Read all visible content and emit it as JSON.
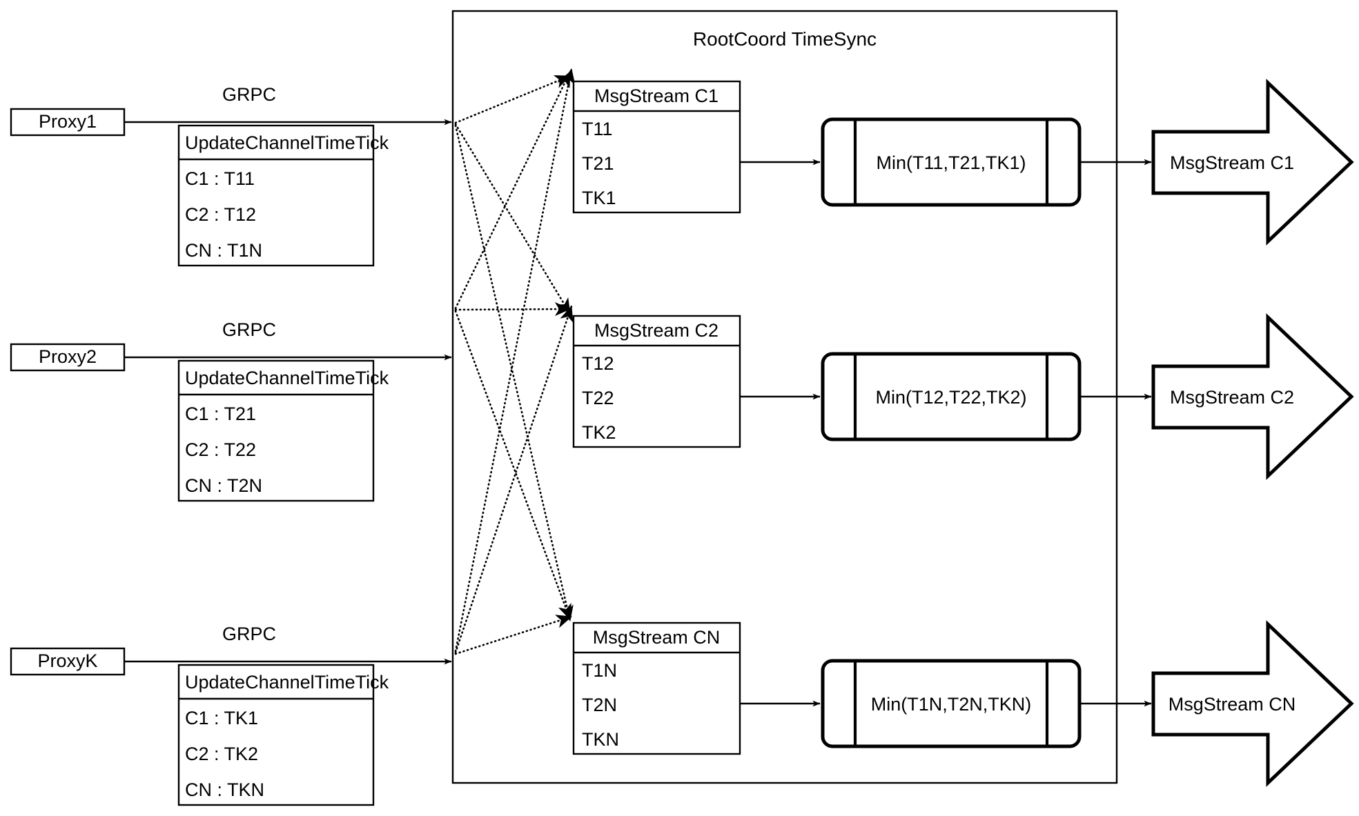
{
  "diagram": {
    "container_title": "RootCoord TimeSync",
    "protocol_label": "GRPC",
    "request_title": "UpdateChannelTimeTick",
    "proxies": [
      {
        "name": "Proxy1",
        "protocol": "GRPC",
        "request_title": "UpdateChannelTimeTick",
        "rows": [
          "C1 :  T11",
          "C2 :  T12",
          "CN : T1N"
        ]
      },
      {
        "name": "Proxy2",
        "protocol": "GRPC",
        "request_title": "UpdateChannelTimeTick",
        "rows": [
          "C1 :  T21",
          "C2 :  T22",
          "CN : T2N"
        ]
      },
      {
        "name": "ProxyK",
        "protocol": "GRPC",
        "request_title": "UpdateChannelTimeTick",
        "rows": [
          "C1 :  TK1",
          "C2 :  TK2",
          "CN : TKN"
        ]
      }
    ],
    "channels": [
      {
        "stream_title": "MsgStream C1",
        "ticks": [
          "T11",
          "T21",
          "TK1"
        ],
        "min_label": "Min(T11,T21,TK1)",
        "output_label": "MsgStream C1"
      },
      {
        "stream_title": "MsgStream C2",
        "ticks": [
          "T12",
          "T22",
          "TK2"
        ],
        "min_label": "Min(T12,T22,TK2)",
        "output_label": "MsgStream C2"
      },
      {
        "stream_title": "MsgStream CN",
        "ticks": [
          "T1N",
          "T2N",
          "TKN"
        ],
        "min_label": "Min(T1N,T2N,TKN)",
        "output_label": "MsgStream CN"
      }
    ],
    "colors": {
      "stroke": "#000000",
      "background": "#ffffff",
      "text": "#000000"
    }
  }
}
